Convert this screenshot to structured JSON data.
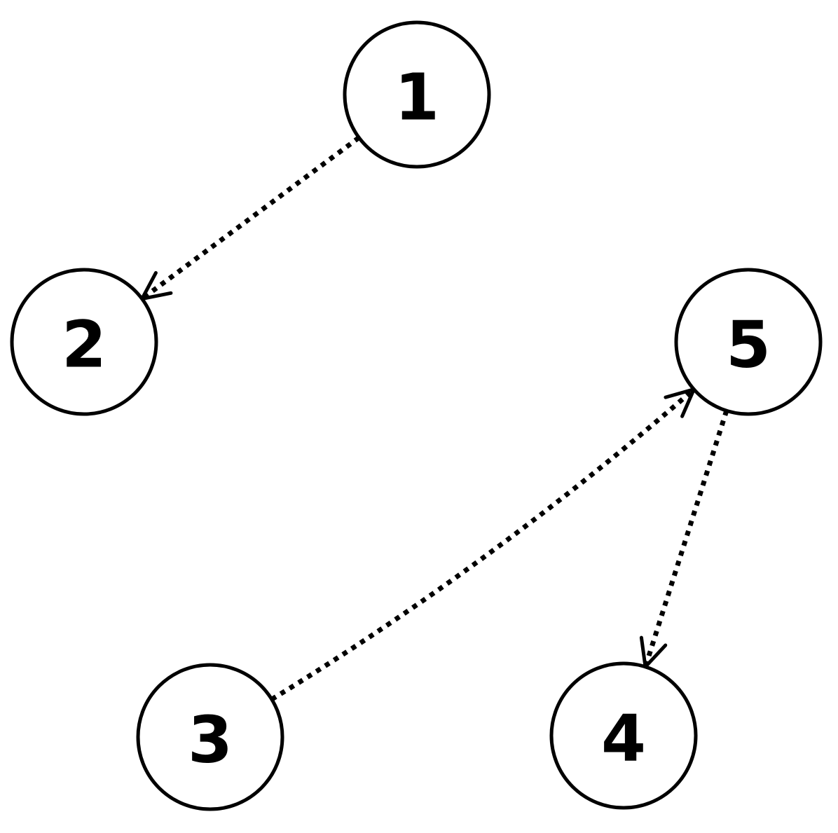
{
  "diagram": {
    "type": "directed-graph",
    "edge_style": "dotted",
    "colors": {
      "stroke": "#000000",
      "node_fill": "#ffffff",
      "background": "#ffffff"
    },
    "nodes": [
      {
        "id": "1",
        "label": "1"
      },
      {
        "id": "2",
        "label": "2"
      },
      {
        "id": "3",
        "label": "3"
      },
      {
        "id": "4",
        "label": "4"
      },
      {
        "id": "5",
        "label": "5"
      }
    ],
    "edges": [
      {
        "from": "1",
        "to": "2"
      },
      {
        "from": "3",
        "to": "5"
      },
      {
        "from": "5",
        "to": "4"
      }
    ]
  }
}
